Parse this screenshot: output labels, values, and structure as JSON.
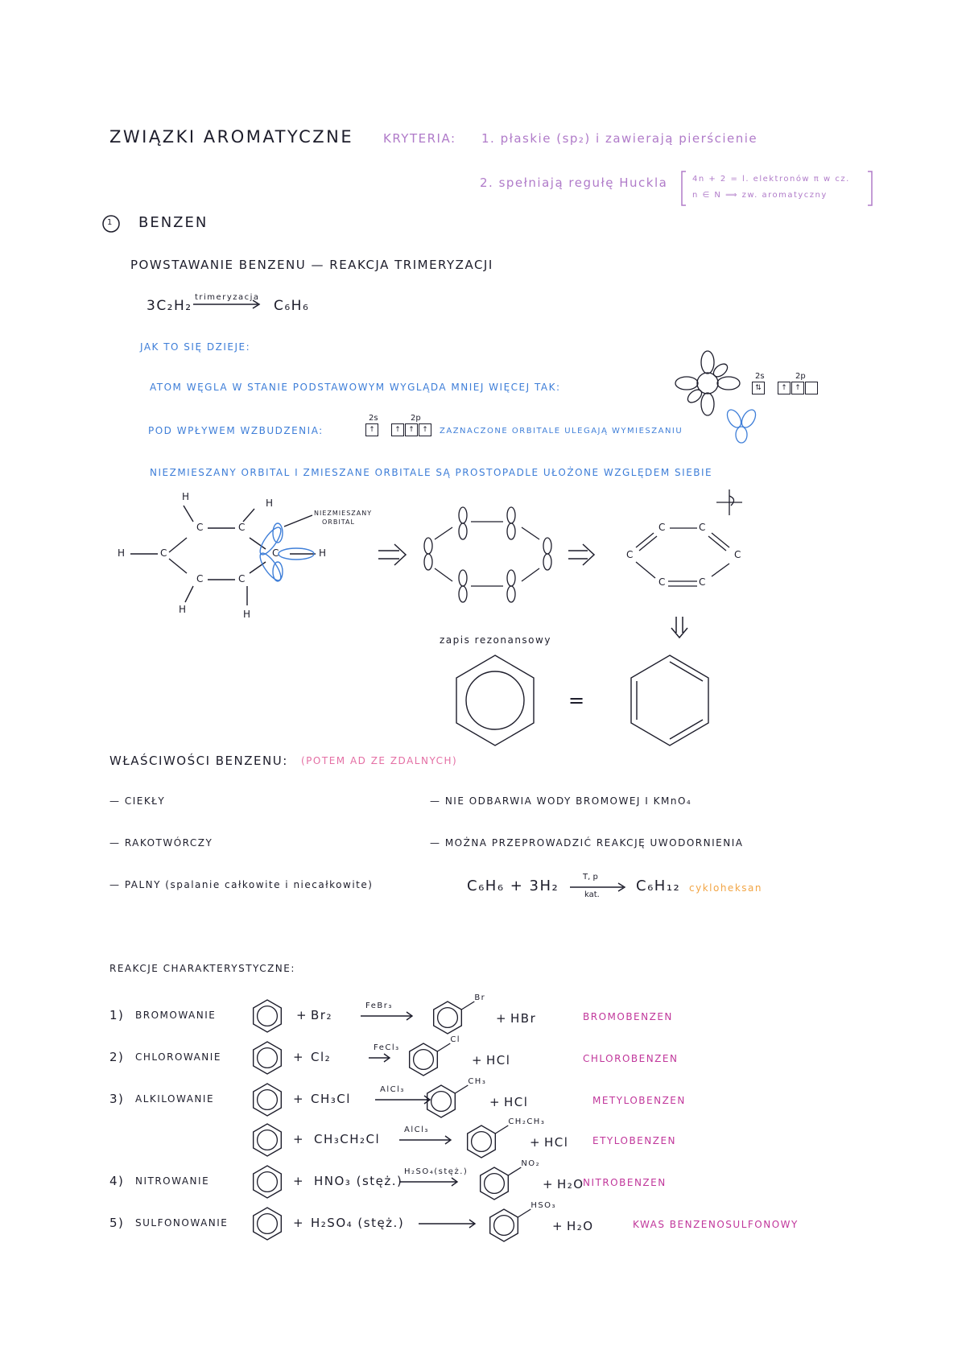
{
  "title": "ZWIĄZKI AROMATYCZNE",
  "kryteria": {
    "label": "KRYTERIA:",
    "c1": "1. płaskie (sp₂) i zawierają pierścienie",
    "c2": "2. spełniają regułę Huckla",
    "huckel_line1": "4n + 2 = l. elektronów π w cz.",
    "huckel_line2": "n ∈ N ⟹ zw. aromatyczny"
  },
  "section_a": {
    "number": "1",
    "title": "BENZEN"
  },
  "formation": {
    "heading": "POWSTAWANIE BENZENU — REAKCJA TRIMERYZACJI",
    "lhs": "3C₂H₂",
    "arrow_label": "trimeryzacja",
    "rhs": "C₆H₆"
  },
  "how": {
    "heading": "JAK TO SIĘ DZIEJE:",
    "ground": "ATOM WĘGLA W STANIE PODSTAWOWYM WYGLĄDA MNIEJ WIĘCEJ TAK:",
    "excited": "POD WPŁYWEM WZBUDZENIA:",
    "excited_note": "ZAZNACZONE ORBITALE ULEGAJĄ WYMIESZANIU",
    "perp": "NIEZMIESZANY ORBITAL I ZMIESZANE ORBITALE SĄ PROSTOPADLE UŁOŻONE WZGLĘDEM SIEBIE",
    "orb_2s": "2s",
    "orb_2p": "2p",
    "unmixed_label_1": "NIEZMIESZANY",
    "unmixed_label_2": "ORBITAL"
  },
  "atoms": {
    "C": "C",
    "H": "H"
  },
  "resonance_label": "zapis rezonansowy",
  "equals": "=",
  "properties": {
    "heading": "WŁAŚCIWOŚCI BENZENU:",
    "note": "(POTEM AD ZE ZDALNYCH)",
    "left": [
      "— CIEKŁY",
      "— RAKOTWÓRCZY",
      "— PALNY (spalanie całkowite i niecałkowite)"
    ],
    "right": [
      "— NIE ODBARWIA WODY BROMOWEJ I KMnO₄",
      "— MOŻNA PRZEPROWADZIĆ REAKCJĘ UWODORNIENIA"
    ],
    "hydro_lhs": "C₆H₆ + 3H₂",
    "hydro_over": "T, p",
    "hydro_under": "kat.",
    "hydro_rhs": "C₆H₁₂",
    "hydro_name": "cykloheksan"
  },
  "reactions": {
    "heading": "REAKCJE CHARAKTERYSTYCZNE:",
    "rows": [
      {
        "num": "1)",
        "name": "BROMOWANIE",
        "reagent": "Br₂",
        "cat": "FeBr₃",
        "sub": "Br",
        "by": "HBr",
        "product": "BROMOBENZEN"
      },
      {
        "num": "2)",
        "name": "CHLOROWANIE",
        "reagent": "Cl₂",
        "cat": "FeCl₃",
        "sub": "Cl",
        "by": "HCl",
        "product": "CHLOROBENZEN"
      },
      {
        "num": "3)",
        "name": "ALKILOWANIE",
        "reagent": "CH₃Cl",
        "cat": "AlCl₃",
        "sub": "CH₃",
        "by": "HCl",
        "product": "METYLOBENZEN"
      },
      {
        "num": "",
        "name": "",
        "reagent": "CH₃CH₂Cl",
        "cat": "AlCl₃",
        "sub": "CH₂CH₃",
        "by": "HCl",
        "product": "ETYLOBENZEN"
      },
      {
        "num": "4)",
        "name": "NITROWANIE",
        "reagent": "HNO₃ (stęż.)",
        "cat": "H₂SO₄(stęż.)",
        "sub": "NO₂",
        "by": "H₂O",
        "product": "NITROBENZEN"
      },
      {
        "num": "5)",
        "name": "SULFONOWANIE",
        "reagent": "H₂SO₄ (stęż.)",
        "cat": "",
        "sub": "HSO₃",
        "by": "H₂O",
        "product": "KWAS BENZENOSULFONOWY"
      }
    ],
    "plus": "+"
  }
}
